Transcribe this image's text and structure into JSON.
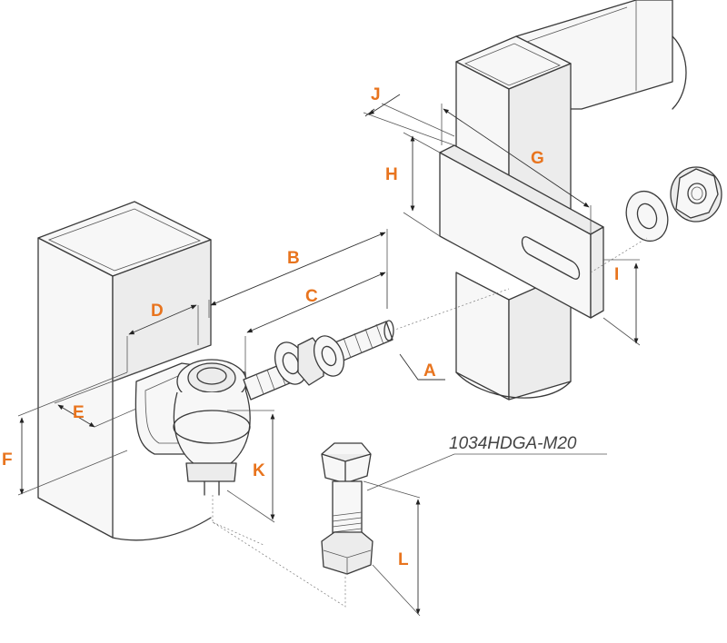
{
  "model_code": "1034HDGA-M20",
  "labels": {
    "A": "A",
    "B": "B",
    "C": "C",
    "D": "D",
    "E": "E",
    "F": "F",
    "G": "G",
    "H": "H",
    "I": "I",
    "J": "J",
    "K": "K",
    "L": "L"
  },
  "colors": {
    "label": "#e8741e",
    "line": "#3a3a3a"
  }
}
